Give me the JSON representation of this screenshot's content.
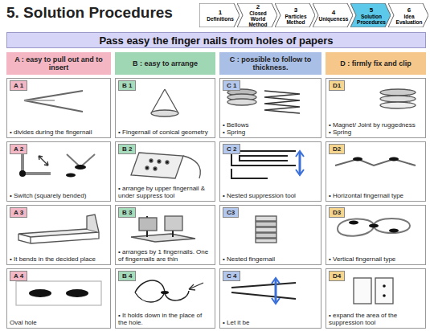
{
  "diagram": {
    "title": "5. Solution Procedures",
    "nodes": [
      {
        "text": [
          "1",
          "Definitions"
        ]
      },
      {
        "text": [
          "2",
          "Closed World Method"
        ]
      },
      {
        "text": [
          "3",
          "Particles Method"
        ]
      },
      {
        "text": [
          "4",
          "Uniqueness"
        ]
      },
      {
        "text": [
          "5",
          "Solution Procedures"
        ]
      },
      {
        "text": [
          "6",
          "Idea Evaluation"
        ]
      },
      {
        "text": [
          "Pass easy the finger nails from holes of papers"
        ]
      },
      {
        "text": [
          "A : easy to pull out and to insert"
        ]
      },
      {
        "text": [
          "B : easy to arrange"
        ]
      },
      {
        "text": [
          "C : possible to follow to thickness."
        ]
      },
      {
        "text": [
          "D : firmly fix and clip"
        ]
      },
      {
        "text": [
          "A 1",
          "• divides during the fingernail"
        ]
      },
      {
        "text": [
          "B 1",
          "• Fingernail of conical geometry"
        ]
      },
      {
        "text": [
          "C 1",
          "• Bellows",
          "• Spring"
        ]
      },
      {
        "text": [
          "D1",
          "• Magnet/ Joint by ruggedness",
          "• Spring"
        ]
      },
      {
        "text": [
          "A 2",
          "• Switch (squarely bended)"
        ]
      },
      {
        "text": [
          "B 2",
          "• arrange by upper fingernail & under suppress tool"
        ]
      },
      {
        "text": [
          "C 2",
          "• Nested suppression tool"
        ]
      },
      {
        "text": [
          "D2",
          "• Horizontal fingernail type"
        ]
      },
      {
        "text": [
          "A 3",
          "• It bends in the decided place"
        ]
      },
      {
        "text": [
          "B 3",
          "• arranges by 1 fingernails. One of fingernails are thin"
        ]
      },
      {
        "text": [
          "C3",
          "• Nested fingernail"
        ]
      },
      {
        "text": [
          "D3",
          "• Vertical fingernail type"
        ]
      },
      {
        "text": [
          "A 4",
          "Oval hole"
        ]
      },
      {
        "text": [
          "B 4",
          "• It holds down in the place of the hole."
        ]
      },
      {
        "text": [
          "C 4",
          "• Let it be"
        ]
      },
      {
        "text": [
          "D4",
          "• expand the area of the suppression tool"
        ]
      }
    ]
  }
}
